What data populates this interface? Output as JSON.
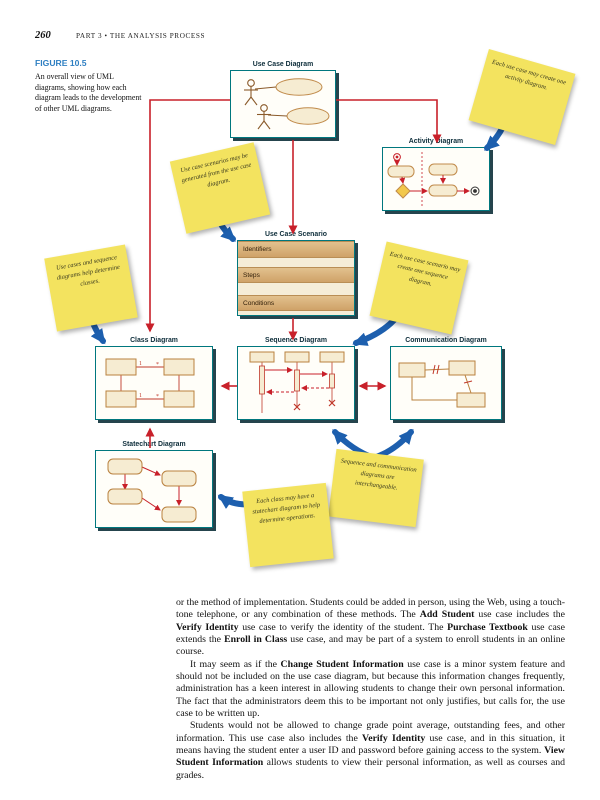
{
  "page": {
    "number": "260",
    "header": "PART 3 • THE ANALYSIS PROCESS"
  },
  "figure": {
    "label": "FIGURE 10.5",
    "caption": "An overall view of UML diagrams, showing how each diagram leads to the development of other UML diagrams.",
    "diagrams": {
      "use_case": "Use Case Diagram",
      "activity": "Activity Diagram",
      "scenario": "Use Case Scenario",
      "class": "Class Diagram",
      "sequence": "Sequence Diagram",
      "communication": "Communication Diagram",
      "statechart": "Statechart Diagram"
    },
    "scenario_sections": [
      "Identifiers",
      "Steps",
      "Conditions"
    ],
    "class_multiplicity": {
      "one": "1",
      "many": "*"
    },
    "notes": [
      "Each use case may create one activity diagram.",
      "Use case scenarios may be generated from the use case diagram.",
      "Use cases and sequence diagrams help determine classes.",
      "Each use case scenario may create one sequence diagram.",
      "Sequence and communication diagrams are interchangeable.",
      "Each class may have a statechart diagram to help determine operations."
    ],
    "colors": {
      "box_border": "#00777e",
      "box_shadow": "#25444d",
      "red_arrow": "#c8202a",
      "blue_arrow": "#1d5fae",
      "note_yellow": "#f3e35f",
      "figure_label_blue": "#2e7fc2",
      "shape_fill": "#f6ecd2",
      "band_tan": "#d9b37e"
    }
  },
  "body": {
    "paragraphs": [
      {
        "segments": [
          {
            "t": "or the method of implementation. Students could be added in person, using the Web, using a touch-tone telephone, or any combination of these methods. The "
          },
          {
            "t": "Add Student",
            "b": true
          },
          {
            "t": " use case includes the "
          },
          {
            "t": "Verify Identity",
            "b": true
          },
          {
            "t": " use case to verify the identity of the student. The "
          },
          {
            "t": "Purchase Textbook",
            "b": true
          },
          {
            "t": " use case extends the "
          },
          {
            "t": "Enroll in Class",
            "b": true
          },
          {
            "t": " use case, and may be part of a system to enroll students in an online course."
          }
        ]
      },
      {
        "segments": [
          {
            "t": "It may seem as if the "
          },
          {
            "t": "Change Student Information",
            "b": true
          },
          {
            "t": " use case is a minor system feature and should not be included on the use case diagram, but because this information changes frequently, administration has a keen interest in allowing students to change their own personal information. The fact that the administrators deem this to be important not only justifies, but calls for, the use case to be written up."
          }
        ]
      },
      {
        "segments": [
          {
            "t": "Students would not be allowed to change grade point average, outstanding fees, and other information. This use case also includes the "
          },
          {
            "t": "Verify Identity",
            "b": true
          },
          {
            "t": " use case, and in this situation, it means having the student enter a user ID and password before gaining access to the system. "
          },
          {
            "t": "View Student Information",
            "b": true
          },
          {
            "t": " allows students to view their personal information, as well as courses and grades."
          }
        ]
      }
    ]
  }
}
